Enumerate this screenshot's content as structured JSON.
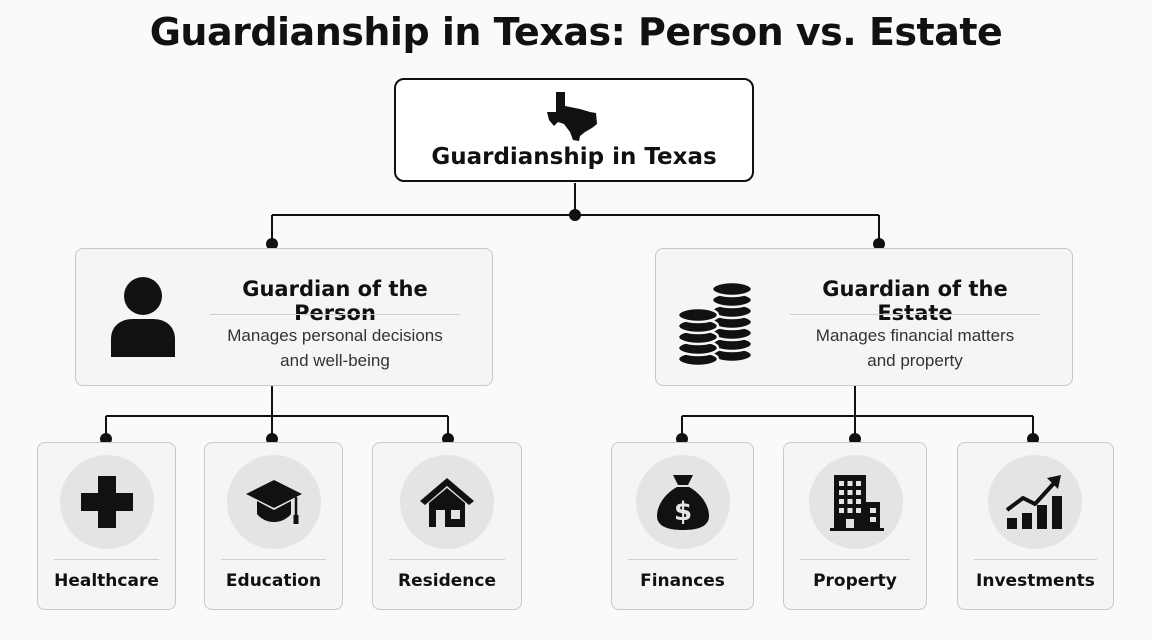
{
  "title": "Guardianship in Texas: Person vs. Estate",
  "root": {
    "label": "Guardianship in Texas",
    "icon": "texas-state-icon"
  },
  "branches": [
    {
      "title": "Guardian of the Person",
      "description_line1": "Manages personal decisions",
      "description_line2": "and well-being",
      "icon": "person-icon",
      "children": [
        {
          "label": "Healthcare",
          "icon": "medical-cross-icon"
        },
        {
          "label": "Education",
          "icon": "graduation-cap-icon"
        },
        {
          "label": "Residence",
          "icon": "house-icon"
        }
      ]
    },
    {
      "title": "Guardian of the Estate",
      "description_line1": "Manages financial matters",
      "description_line2": "and property",
      "icon": "coin-stacks-icon",
      "children": [
        {
          "label": "Finances",
          "icon": "money-bag-icon"
        },
        {
          "label": "Property",
          "icon": "building-icon"
        },
        {
          "label": "Investments",
          "icon": "chart-growth-icon"
        }
      ]
    }
  ],
  "colors": {
    "stroke": "#111111",
    "panel": "#f5f5f5",
    "icon_circle": "#e4e4e4",
    "border": "#c8c8c8"
  }
}
